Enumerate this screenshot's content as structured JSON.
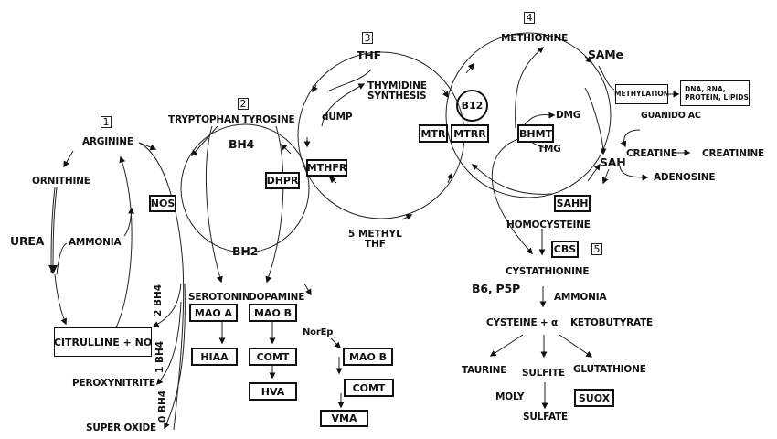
{
  "diagram": {
    "sections": [
      {
        "number": "1"
      },
      {
        "number": "2"
      },
      {
        "number": "3"
      },
      {
        "number": "4"
      },
      {
        "number": "5"
      }
    ],
    "urea_cycle": {
      "arginine": "ARGININE",
      "ornithine": "ORNITHINE",
      "urea": "UREA",
      "ammonia": "AMMONIA",
      "citrulline_no": "CITRULLINE + NO",
      "nos": "NOS",
      "bh4_2": "2 BH4",
      "bh4_1": "1 BH4",
      "bh4_0": "0 BH4",
      "peroxynitrite": "PEROXYNITRITE",
      "super_oxide": "SUPER OXIDE"
    },
    "bh4_cycle": {
      "precursors": "TRYPTOPHAN TYROSINE",
      "bh4": "BH4",
      "bh2": "BH2",
      "dhpr": "DHPR",
      "serotonin": "SEROTONIN",
      "dopamine": "DOPAMINE",
      "mao_a": "MAO A",
      "mao_b": "MAO B",
      "hiaa": "HIAA",
      "comt": "COMT",
      "hva": "HVA",
      "norep": "NorEp",
      "mao_b_2": "MAO B",
      "comt_2": "COMT",
      "vma": "VMA"
    },
    "folate_cycle": {
      "thf": "THF",
      "thymidine": "THYMIDINE",
      "synthesis": "SYNTHESIS",
      "dump": "dUMP",
      "mthfr": "MTHFR",
      "methyl_thf_1": "5 METHYL",
      "methyl_thf_2": "THF"
    },
    "methionine_cycle": {
      "methionine": "METHIONINE",
      "same": "SAMe",
      "methylation": "METHYLATION",
      "targets_1": "DNA, RNA,",
      "targets_2": "PROTEIN, LIPIDS",
      "guanido": "GUANIDO AC",
      "creatine": "CREATINE",
      "creatinine": "CREATININE",
      "sah": "SAH",
      "adenosine": "ADENOSINE",
      "sahh": "SAHH",
      "homocysteine": "HOMOCYSTEINE",
      "mtr": "MTR",
      "mtrr": "MTRR",
      "b12": "B12",
      "bhmt": "BHMT",
      "dmg": "DMG",
      "tmg": "TMG"
    },
    "transsulfuration": {
      "cbs": "CBS",
      "cystathionine": "CYSTATHIONINE",
      "b6": "B6, P5P",
      "ammonia": "AMMONIA",
      "cysteine": "CYSTEINE + α",
      "ketobutyrate": "KETOBUTYRATE",
      "taurine": "TAURINE",
      "sulfite": "SULFITE",
      "glutathione": "GLUTATHIONE",
      "moly": "MOLY",
      "suox": "SUOX",
      "sulfate": "SULFATE"
    }
  }
}
